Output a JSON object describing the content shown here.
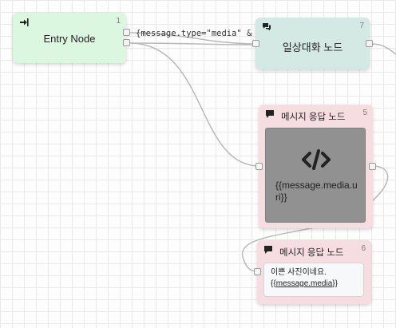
{
  "nodes": {
    "entry": {
      "title": "Entry Node",
      "number": "1",
      "icon": "sign-in-icon"
    },
    "chat": {
      "title": "일상대화 노드",
      "number": "7",
      "icon": "comments-icon"
    },
    "media_response": {
      "title": "메시지 응답 노드",
      "number": "5",
      "icon": "comment-icon",
      "content": "{{message.media.uri}}",
      "media_icon": "code-icon"
    },
    "text_response": {
      "title": "메시지 응답 노드",
      "number": "6",
      "icon": "comment-icon",
      "line1": "이쁜 사진이네요.",
      "line2_prefix": "{{",
      "line2_link": "message.media",
      "line2_suffix": "}}"
    }
  },
  "edges": {
    "condition_label": "{message.type=\"media\" &"
  },
  "colors": {
    "entry_bg": "#dcf7df",
    "chat_bg": "#d5e9e4",
    "response_bg": "#f6dde2",
    "media_box": "#919191",
    "edge": "#b9b9b9"
  }
}
